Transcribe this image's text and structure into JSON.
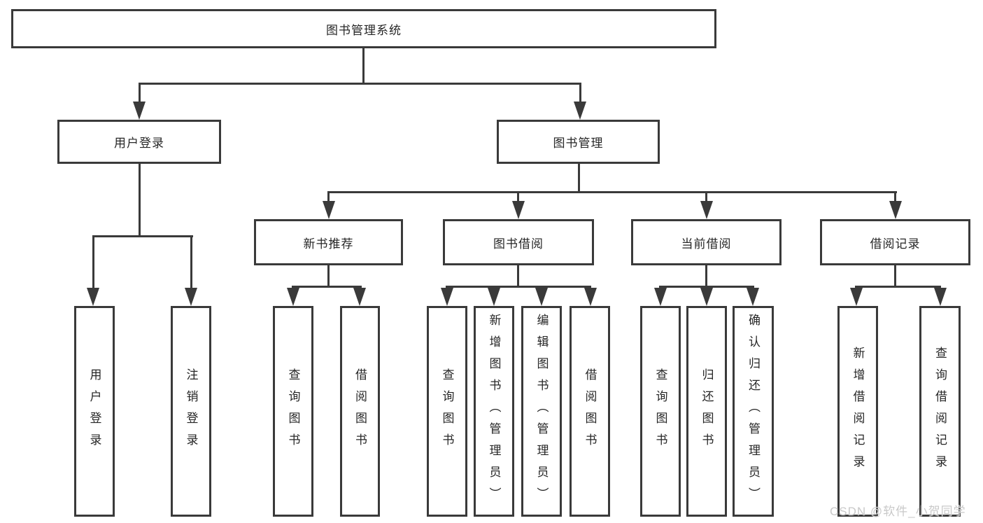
{
  "diagram": {
    "root": {
      "label": "图书管理系统"
    },
    "level2": [
      {
        "label": "用户登录"
      },
      {
        "label": "图书管理"
      }
    ],
    "level3": [
      {
        "label": "新书推荐"
      },
      {
        "label": "图书借阅"
      },
      {
        "label": "当前借阅"
      },
      {
        "label": "借阅记录"
      }
    ],
    "leaves": [
      {
        "label": "用户登录"
      },
      {
        "label": "注销登录"
      },
      {
        "label": "查询图书"
      },
      {
        "label": "借阅图书"
      },
      {
        "label": "查询图书"
      },
      {
        "label": "新增图书（管理员）"
      },
      {
        "label": "编辑图书（管理员）"
      },
      {
        "label": "借阅图书"
      },
      {
        "label": "查询图书"
      },
      {
        "label": "归还图书"
      },
      {
        "label": "确认归还（管理员）"
      },
      {
        "label": "新增借阅记录"
      },
      {
        "label": "查询借阅记录"
      }
    ]
  },
  "watermark": {
    "text": "CSDN @软件_小贺同学"
  },
  "colors": {
    "line": "#3a3a3a",
    "text": "#262626",
    "watermark": "#c9c9c9",
    "background": "#ffffff"
  }
}
